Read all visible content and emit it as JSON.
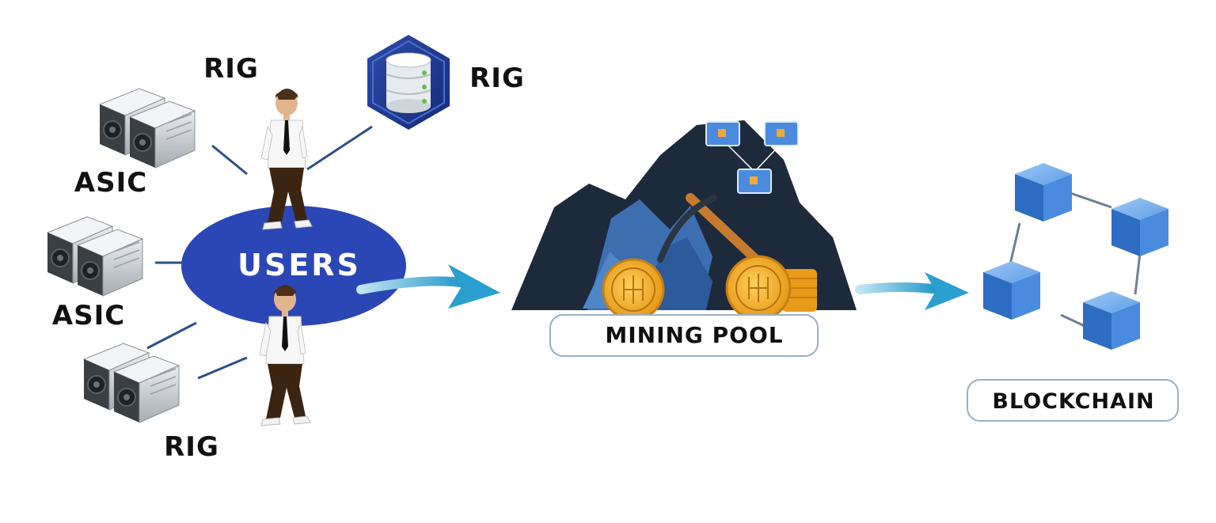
{
  "labels": {
    "rig_top_left": "RIG",
    "rig_top_right": "RIG",
    "asic_upper": "ASIC",
    "asic_lower": "ASIC",
    "rig_bottom": "RIG",
    "users": "USERS",
    "mining_pool": "MINING POOL",
    "blockchain": "BLOCKCHAIN"
  },
  "colors": {
    "users_ellipse": "#2b46b5",
    "arrow": "#2a9fd0",
    "mountain_dark": "#1c2a3c",
    "rock_blue": "#3d6fb0",
    "coin_gold": "#f0a823",
    "block_blue": "#3d7fd8",
    "connector_line": "#2d4f8a"
  },
  "icons": {
    "asic_miner": "asic-miner-icon",
    "database_server": "database-icon",
    "person": "person-icon",
    "mining_mountain": "mining-mountain-icon",
    "blockchain_ring": "blockchain-icon"
  }
}
